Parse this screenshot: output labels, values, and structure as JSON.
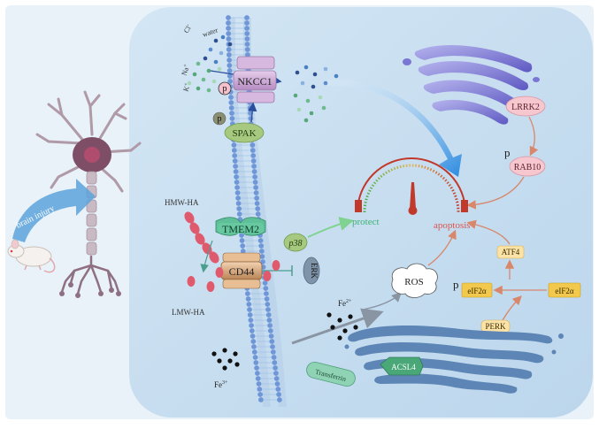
{
  "left_panel": {
    "arrow_label": "brain injury"
  },
  "membrane": {
    "ions": {
      "cl": "Cl",
      "cl_sup": "-",
      "water": "water",
      "na": "Na",
      "na_sup": "+",
      "k": "K",
      "k_sup": "+"
    },
    "phospho": "p",
    "nkcc1": "NKCC1",
    "spak": "SPAK",
    "tmem2": "TMEM2",
    "cd44": "CD44",
    "hmw_ha": "HMW-HA",
    "lmw_ha": "LMW-HA",
    "p38": "p38",
    "erk": "ERK",
    "fe3": "Fe",
    "fe3_sup": "3+",
    "fe2": "Fe",
    "fe2_sup": "2+",
    "transferrin": "Transferrin"
  },
  "right_panel": {
    "lrrk2": "LRRK2",
    "rab10": "RAB10",
    "protect": "protect",
    "apoptosis": "apoptosis",
    "ros": "ROS",
    "atf4": "ATF4",
    "eif2a_p": "eIF2α",
    "eif2a": "eIF2α",
    "perk": "PERK",
    "acsl4": "ACSL4"
  },
  "colors": {
    "panel_bg": "#c5ddf0",
    "outer_bg": "#e9f2f9",
    "membrane": "#6f97d8",
    "protect": "#3cb371",
    "apoptosis": "#d9534f",
    "gauge": "#c0392b",
    "yellow_box": "#f2c94c",
    "er": "#5d86b6"
  }
}
